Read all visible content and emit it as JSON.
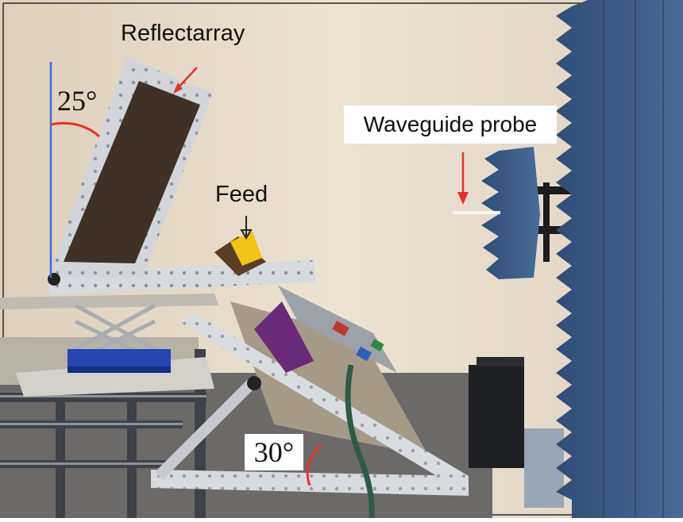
{
  "labels": {
    "reflectarray": "Reflectarray",
    "feed": "Feed",
    "waveguide_probe": "Waveguide probe",
    "tilt_angle_reflectarray": "25°",
    "tilt_angle_feed": "30°"
  },
  "colors": {
    "annotation_arrow": "#e8322a",
    "feed_arrow": "#222222",
    "vertical_reference": "#3a6fd8",
    "wall": "#e8dccb",
    "absorber": "#3b5b86",
    "metal": "#c9cdd3",
    "panel": "#4a3a30"
  },
  "icons": [
    "reflectarray-arrow-icon",
    "feed-arrow-icon",
    "probe-arrow-icon"
  ]
}
